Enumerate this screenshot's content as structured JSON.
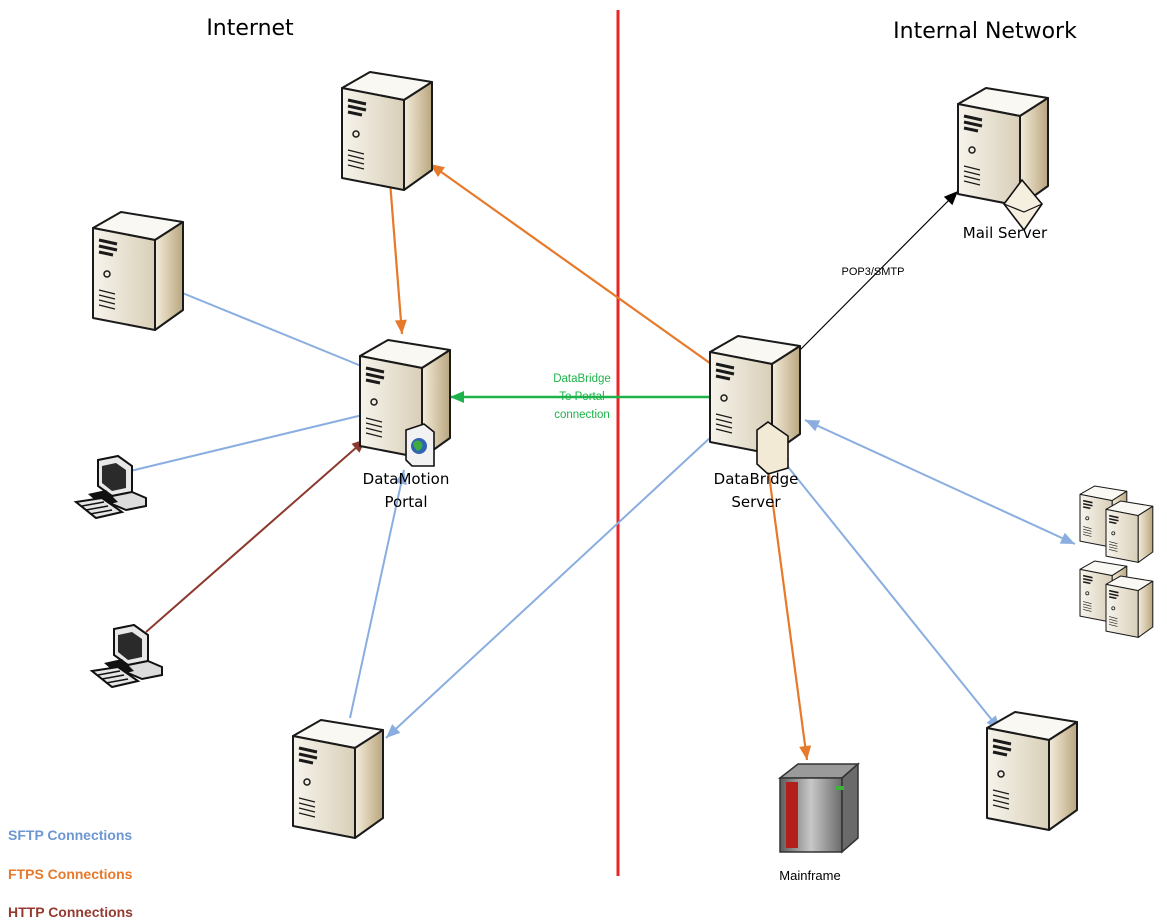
{
  "zones": {
    "internet": "Internet",
    "internal": "Internal Network"
  },
  "nodes": {
    "portal_line1": "DataMotion",
    "portal_line2": "Portal",
    "databridge_line1": "DataBridge",
    "databridge_line2": "Server",
    "mail_server": "Mail Server",
    "mainframe": "Mainframe"
  },
  "connections": {
    "pop3_smtp": "POP3/SMTP",
    "databridge_to_portal": [
      "DataBridge",
      "To Portal",
      "connection"
    ]
  },
  "legend": {
    "sftp": "SFTP Connections",
    "ftps": "FTPS Connections",
    "http": "HTTP Connections"
  },
  "colors": {
    "sftp": "#8aaee0",
    "ftps": "#e6792a",
    "http": "#8b3a30",
    "databridge": "#1db34a",
    "divider": "#e8262a",
    "legend_sftp": "#6d97d2",
    "legend_ftps": "#e6792a",
    "legend_http": "#953a30"
  }
}
